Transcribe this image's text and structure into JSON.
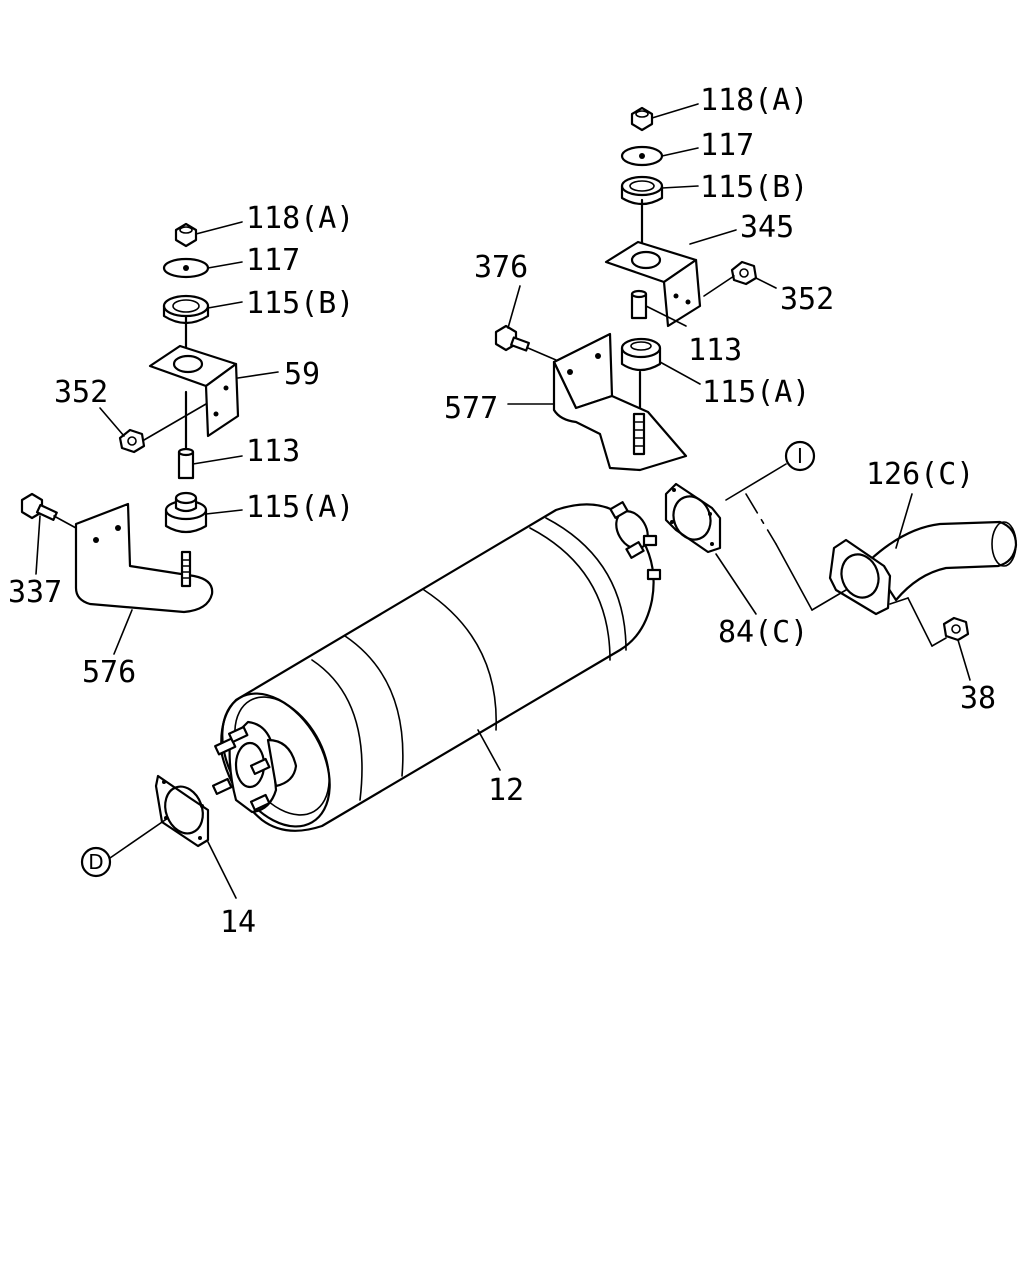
{
  "callouts": {
    "c118A_top_right": "118(A)",
    "c117_top_right": "117",
    "c115B_top_right": "115(B)",
    "c345": "345",
    "c376": "376",
    "c352_right": "352",
    "c113_right": "113",
    "c115A_right": "115(A)",
    "c577": "577",
    "c118A_left": "118(A)",
    "c117_left": "117",
    "c115B_left": "115(B)",
    "c59": "59",
    "c352_left": "352",
    "c113_left": "113",
    "c115A_left": "115(A)",
    "c337": "337",
    "c576": "576",
    "c126C": "126(C)",
    "c84C": "84(C)",
    "c38": "38",
    "c12": "12",
    "c14": "14",
    "ref_I": "I",
    "ref_D": "D"
  }
}
